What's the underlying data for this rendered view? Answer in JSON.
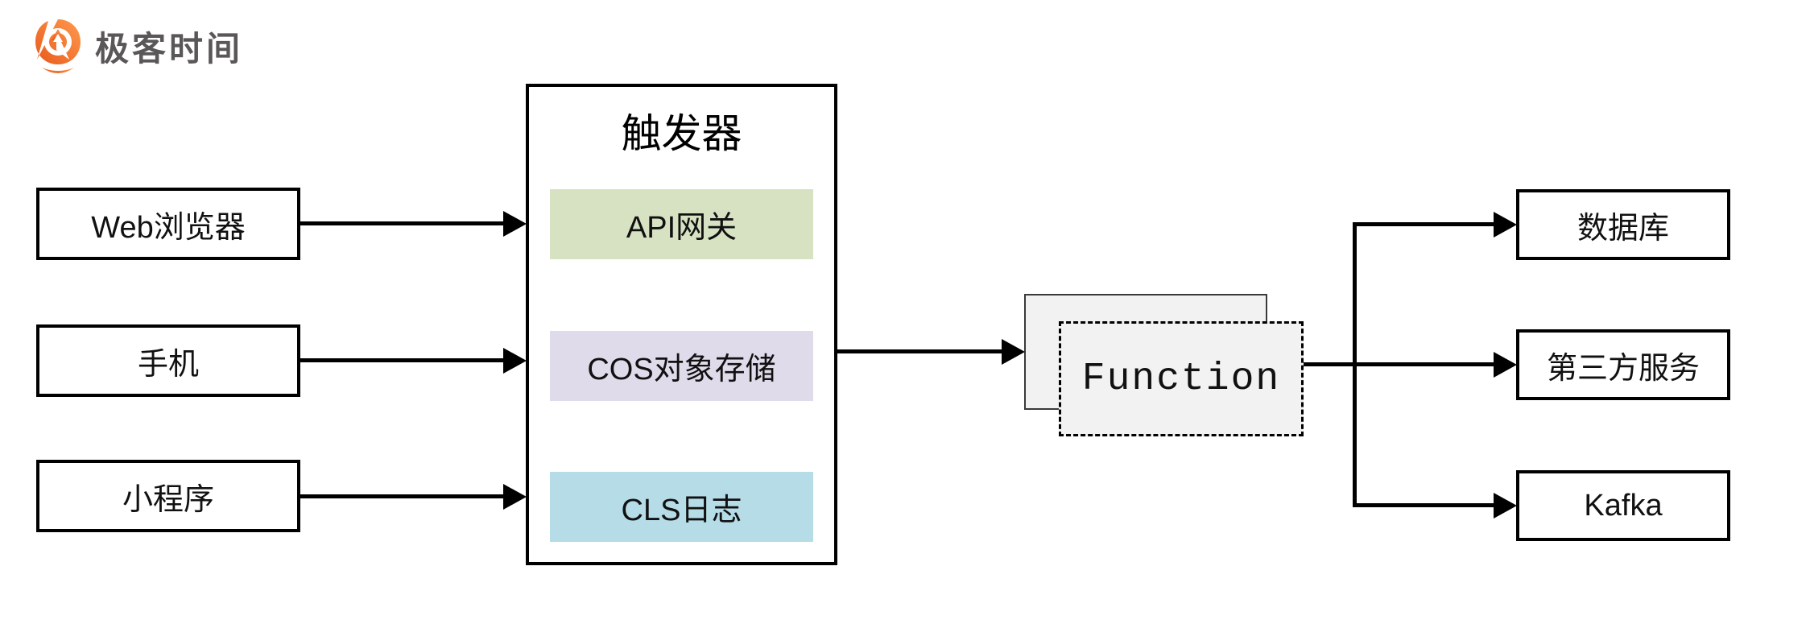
{
  "logo": {
    "text": "极客时间"
  },
  "sources": [
    {
      "label": "Web浏览器"
    },
    {
      "label": "手机"
    },
    {
      "label": "小程序"
    }
  ],
  "trigger": {
    "title": "触发器",
    "items": [
      {
        "label": "API网关",
        "bg": "#d7e2c3"
      },
      {
        "label": "COS对象存储",
        "bg": "#e0dbeb"
      },
      {
        "label": "CLS日志",
        "bg": "#b5dce7"
      }
    ]
  },
  "function_node": {
    "label": "Function",
    "bg": "#f2f2f2"
  },
  "targets": [
    {
      "label": "数据库"
    },
    {
      "label": "第三方服务"
    },
    {
      "label": "Kafka"
    }
  ],
  "colors": {
    "line": "#000000",
    "box_border": "#000000",
    "logo_orange": "#f1692c",
    "logo_orange_light": "#ff9a4d",
    "logo_text_gray": "#595757",
    "function_fill": "#f2f2f2"
  }
}
